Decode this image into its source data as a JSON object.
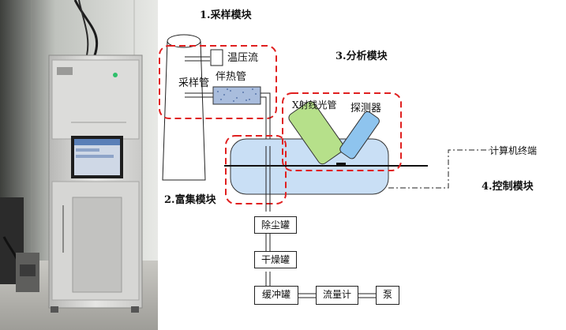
{
  "modules": {
    "sampling": "1.采样模块",
    "enrichment": "2.富集模块",
    "analysis": "3.分析模块",
    "control": "4.控制模块"
  },
  "components": {
    "temp_pressure_flow": "温压流",
    "heat_tube": "伴热管",
    "sampling_tube": "采样管",
    "xray_tube": "X射线光管",
    "detector": "探测器",
    "computer_terminal": "计算机终端",
    "dust_removal_tank": "除尘罐",
    "drying_tank": "干燥罐",
    "buffer_tank": "缓冲罐",
    "flow_meter": "流量计",
    "pump": "泵"
  },
  "colors": {
    "dashed_boundary": "#e02020",
    "enrichment_tank": "#c9dff5",
    "xray_tube": "#b6e08a",
    "detector": "#8ec4ee"
  }
}
